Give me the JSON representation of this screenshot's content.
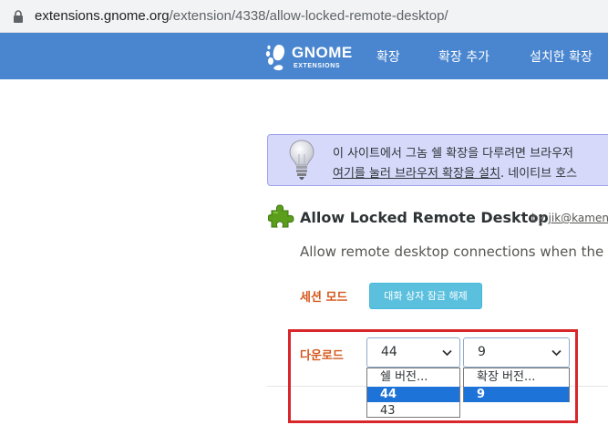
{
  "browser": {
    "url_host": "extensions.gnome.org",
    "url_path": "/extension/4338/allow-locked-remote-desktop/",
    "lock_icon": "lock-icon"
  },
  "nav": {
    "logo_title": "GNOME",
    "logo_subtitle": "EXTENSIONS",
    "links": [
      "확장",
      "확장 추가",
      "설치한 확장"
    ]
  },
  "notice": {
    "line1": "이 사이트에서 그놈 쉘 확장을 다루려면 브라우저",
    "link_text": "여기를 눌러 브라우저 확장을 설치",
    "line2_rest": ". 네이티브 호스",
    "icon": "lightbulb-icon"
  },
  "extension": {
    "title": "Allow Locked Remote Desktop",
    "by_label": "by",
    "author": "jik@kamen",
    "description": "Allow remote desktop connections when the s",
    "icon": "puzzle-icon"
  },
  "session": {
    "label": "세션 모드",
    "button_label": "대화 상자 잠금 해제"
  },
  "download": {
    "label": "다운로드",
    "shell_select": {
      "value": "44",
      "options": [
        "쉘 버전...",
        "44",
        "43"
      ],
      "selected_index": 1
    },
    "ext_select": {
      "value": "9",
      "options": [
        "확장 버전...",
        "9"
      ],
      "selected_index": 1
    }
  },
  "colors": {
    "navbar": "#4a86cf",
    "accent_orange": "#d4581c",
    "button_info": "#5bc0de",
    "highlight_red": "#d9262b",
    "option_selected": "#1e73d8"
  }
}
